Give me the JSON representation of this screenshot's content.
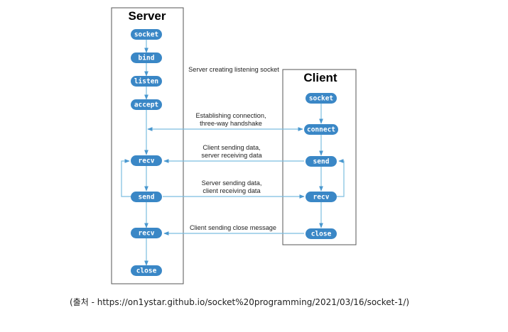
{
  "server": {
    "title": "Server",
    "steps": [
      "socket",
      "bind",
      "listen",
      "accept",
      "recv",
      "send",
      "recv",
      "close"
    ]
  },
  "client": {
    "title": "Client",
    "steps": [
      "socket",
      "connect",
      "send",
      "recv",
      "close"
    ]
  },
  "messages": {
    "listening": "Server creating listening socket",
    "handshake_1": "Establishing connection,",
    "handshake_2": "three-way handshake",
    "client_send_1": "Client sending data,",
    "client_send_2": "server receiving data",
    "server_send_1": "Server sending data,",
    "server_send_2": "client receiving data",
    "close": "Client sending close message"
  },
  "source": "(출처 - https://on1ystar.github.io/socket%20programming/2021/03/16/socket-1/)",
  "colors": {
    "node": "#3a87c6",
    "line": "#7cbde0",
    "arrow": "#4a98cf",
    "frame": "#555555"
  }
}
